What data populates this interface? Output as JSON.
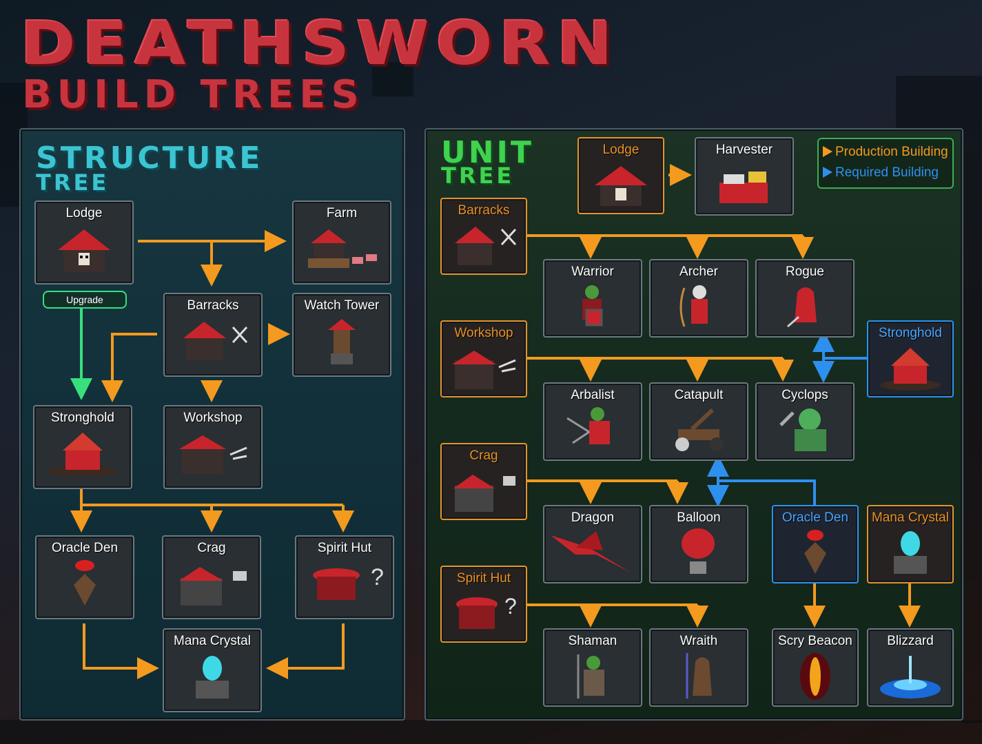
{
  "title": {
    "main": "DEATHSWORN",
    "sub": "BUILD TREES"
  },
  "structure_tree": {
    "heading": "STRUCTURE",
    "subheading": "TREE",
    "upgrade_label": "Upgrade",
    "cards": {
      "lodge": "Lodge",
      "farm": "Farm",
      "barracks": "Barracks",
      "watch_tower": "Watch Tower",
      "stronghold": "Stronghold",
      "workshop": "Workshop",
      "oracle_den": "Oracle Den",
      "crag": "Crag",
      "spirit_hut": "Spirit Hut",
      "mana_crystal": "Mana Crystal"
    }
  },
  "unit_tree": {
    "heading": "UNIT",
    "subheading": "TREE",
    "legend": {
      "production": "Production Building",
      "required": "Required Building"
    },
    "cards": {
      "lodge": "Lodge",
      "harvester": "Harvester",
      "barracks": "Barracks",
      "warrior": "Warrior",
      "archer": "Archer",
      "rogue": "Rogue",
      "workshop": "Workshop",
      "stronghold": "Stronghold",
      "arbalist": "Arbalist",
      "catapult": "Catapult",
      "cyclops": "Cyclops",
      "crag": "Crag",
      "dragon": "Dragon",
      "balloon": "Balloon",
      "oracle_den": "Oracle Den",
      "mana_crystal": "Mana Crystal",
      "spirit_hut": "Spirit Hut",
      "shaman": "Shaman",
      "wraith": "Wraith",
      "scry_beacon": "Scry Beacon",
      "blizzard": "Blizzard"
    }
  },
  "colors": {
    "production": "#f39a1f",
    "required": "#2e90ee",
    "upgrade": "#37e07c",
    "title": "#c8343e"
  }
}
